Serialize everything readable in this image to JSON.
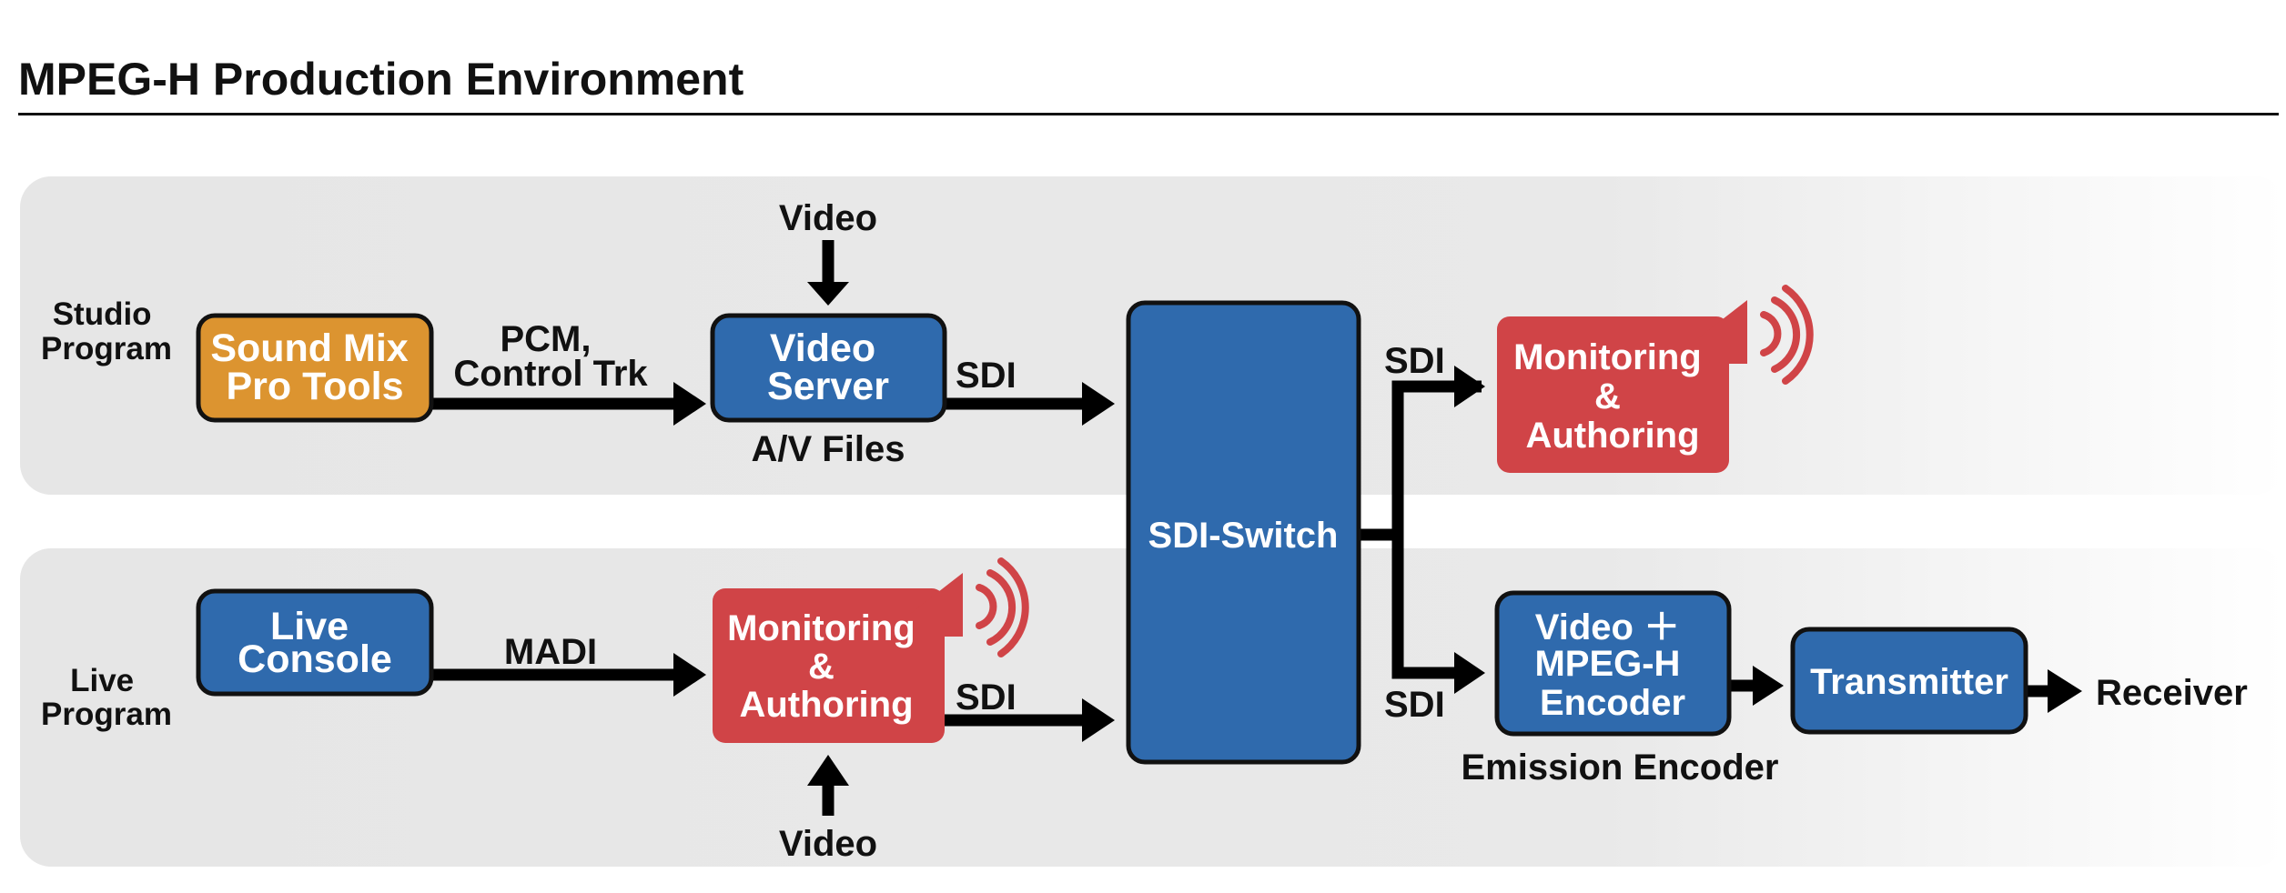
{
  "title": "MPEG-H Production Environment",
  "lanes": {
    "studio": [
      "Studio",
      "Program"
    ],
    "live": [
      "Live",
      "Program"
    ]
  },
  "blocks": {
    "sound_mix": [
      "Sound Mix",
      "Pro Tools"
    ],
    "video_server": [
      "Video",
      "Server"
    ],
    "live_console": [
      "Live",
      "Console"
    ],
    "monitoring_live": [
      "Monitoring",
      "&",
      "Authoring"
    ],
    "sdi_switch": "SDI-Switch",
    "monitoring_out": [
      "Monitoring",
      "&",
      "Authoring"
    ],
    "encoder": [
      "Video ＋",
      "MPEG-H",
      "Encoder"
    ],
    "transmitter": "Transmitter"
  },
  "labels": {
    "video_top": "Video",
    "pcm": [
      "PCM,",
      "Control Trk"
    ],
    "sdi_studio": "SDI",
    "av_files": "A/V Files",
    "madi": "MADI",
    "sdi_live": "SDI",
    "video_bottom": "Video",
    "sdi_monitor": "SDI",
    "sdi_encoder": "SDI",
    "emission_encoder": "Emission Encoder",
    "receiver": "Receiver"
  },
  "colors": {
    "blue": "#2f6aad",
    "orange": "#dc9430",
    "red": "#d04447",
    "lane": "#e6e6e6"
  }
}
